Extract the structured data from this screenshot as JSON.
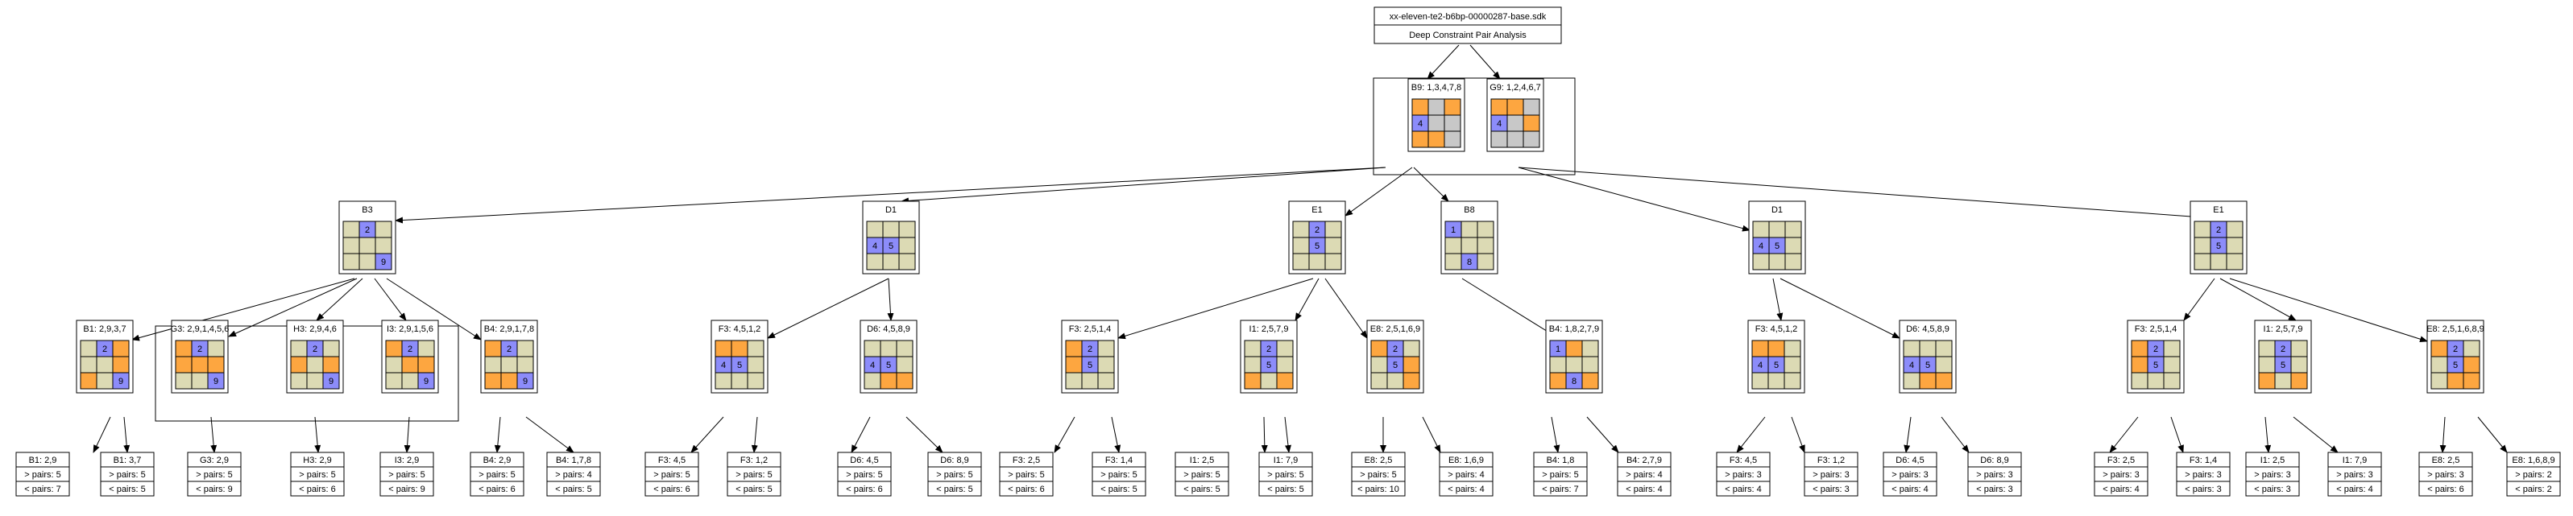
{
  "title": {
    "line1": "xx-eleven-te2-b6bp-00000287-base.sdk",
    "line2": "Deep Constraint Pair Analysis"
  },
  "colors": {
    "orange": "#FDA640",
    "blue": "#8C8CFA",
    "khaki": "#DCDAB4",
    "gray": "#C8C8C8",
    "border": "#000000",
    "background": "#FFFFFF"
  },
  "grid_nodes": [
    {
      "id": "root-b9",
      "label": "B9: 1,3,4,7,8",
      "cells": [
        "o",
        "g",
        "o",
        "b4",
        "g",
        "g",
        "o",
        "o",
        "g"
      ]
    },
    {
      "id": "root-g9",
      "label": "G9: 1,2,4,6,7",
      "cells": [
        "o",
        "o",
        "g",
        "b4",
        "g",
        "o",
        "g",
        "g",
        "g"
      ]
    },
    {
      "id": "l1-b3",
      "label": "B3",
      "cells": [
        "k",
        "b2",
        "k",
        "k",
        "k",
        "k",
        "k",
        "k",
        "b9"
      ]
    },
    {
      "id": "l1-d1a",
      "label": "D1",
      "cells": [
        "k",
        "k",
        "k",
        "b4",
        "b5",
        "k",
        "k",
        "k",
        "k"
      ]
    },
    {
      "id": "l1-e1a",
      "label": "E1",
      "cells": [
        "k",
        "b2",
        "k",
        "k",
        "b5",
        "k",
        "k",
        "k",
        "k"
      ]
    },
    {
      "id": "l1-b8",
      "label": "B8",
      "cells": [
        "b1",
        "k",
        "k",
        "k",
        "k",
        "k",
        "k",
        "b8",
        "k"
      ]
    },
    {
      "id": "l1-d1b",
      "label": "D1",
      "cells": [
        "k",
        "k",
        "k",
        "b4",
        "b5",
        "k",
        "k",
        "k",
        "k"
      ]
    },
    {
      "id": "l1-e1b",
      "label": "E1",
      "cells": [
        "k",
        "b2",
        "k",
        "k",
        "b5",
        "k",
        "k",
        "k",
        "k"
      ]
    },
    {
      "id": "l2-b1",
      "label": "B1: 2,9,3,7",
      "cells": [
        "k",
        "b2",
        "o",
        "k",
        "k",
        "o",
        "o",
        "k",
        "b9"
      ]
    },
    {
      "id": "l2-g3",
      "label": "G3: 2,9,1,4,5,6",
      "cells": [
        "o",
        "b2",
        "k",
        "o",
        "o",
        "o",
        "k",
        "k",
        "b9"
      ]
    },
    {
      "id": "l2-h3",
      "label": "H3: 2,9,4,6",
      "cells": [
        "k",
        "b2",
        "k",
        "o",
        "k",
        "o",
        "k",
        "k",
        "b9"
      ]
    },
    {
      "id": "l2-i3",
      "label": "I3: 2,9,1,5,6",
      "cells": [
        "o",
        "b2",
        "k",
        "k",
        "o",
        "o",
        "k",
        "k",
        "b9"
      ]
    },
    {
      "id": "l2-b4",
      "label": "B4: 2,9,1,7,8",
      "cells": [
        "o",
        "b2",
        "k",
        "k",
        "k",
        "k",
        "o",
        "o",
        "b9"
      ]
    },
    {
      "id": "l2-f3a",
      "label": "F3: 4,5,1,2",
      "cells": [
        "o",
        "o",
        "k",
        "b4",
        "b5",
        "k",
        "k",
        "k",
        "k"
      ]
    },
    {
      "id": "l2-d6a",
      "label": "D6: 4,5,8,9",
      "cells": [
        "k",
        "k",
        "k",
        "b4",
        "b5",
        "k",
        "k",
        "o",
        "o"
      ]
    },
    {
      "id": "l2-f3b",
      "label": "F3: 2,5,1,4",
      "cells": [
        "o",
        "b2",
        "k",
        "o",
        "b5",
        "k",
        "k",
        "k",
        "k"
      ]
    },
    {
      "id": "l2-i1a",
      "label": "I1: 2,5,7,9",
      "cells": [
        "k",
        "b2",
        "k",
        "k",
        "b5",
        "k",
        "o",
        "k",
        "o"
      ]
    },
    {
      "id": "l2-e8a",
      "label": "E8: 2,5,1,6,9",
      "cells": [
        "o",
        "b2",
        "k",
        "k",
        "b5",
        "o",
        "k",
        "k",
        "o"
      ]
    },
    {
      "id": "l2-b4b",
      "label": "B4: 1,8,2,7,9",
      "cells": [
        "b1",
        "o",
        "k",
        "k",
        "k",
        "k",
        "o",
        "b8",
        "o"
      ]
    },
    {
      "id": "l2-f3c",
      "label": "F3: 4,5,1,2",
      "cells": [
        "o",
        "o",
        "k",
        "b4",
        "b5",
        "k",
        "k",
        "k",
        "k"
      ]
    },
    {
      "id": "l2-d6b",
      "label": "D6: 4,5,8,9",
      "cells": [
        "k",
        "k",
        "k",
        "b4",
        "b5",
        "k",
        "k",
        "o",
        "o"
      ]
    },
    {
      "id": "l2-f3d",
      "label": "F3: 2,5,1,4",
      "cells": [
        "o",
        "b2",
        "k",
        "o",
        "b5",
        "k",
        "k",
        "k",
        "k"
      ]
    },
    {
      "id": "l2-i1b",
      "label": "I1: 2,5,7,9",
      "cells": [
        "k",
        "b2",
        "k",
        "k",
        "b5",
        "k",
        "o",
        "k",
        "o"
      ]
    },
    {
      "id": "l2-e8b",
      "label": "E8: 2,5,1,6,8,9",
      "cells": [
        "o",
        "b2",
        "k",
        "k",
        "b5",
        "o",
        "k",
        "o",
        "o"
      ]
    }
  ],
  "leaf_nodes": [
    {
      "title": "B1: 2,9",
      "pairs_gt": "> pairs: 5",
      "pairs_lt": "< pairs: 7"
    },
    {
      "title": "B1: 3,7",
      "pairs_gt": "> pairs: 5",
      "pairs_lt": "< pairs: 5"
    },
    {
      "title": "G3: 2,9",
      "pairs_gt": "> pairs: 5",
      "pairs_lt": "< pairs: 9"
    },
    {
      "title": "H3: 2,9",
      "pairs_gt": "> pairs: 5",
      "pairs_lt": "< pairs: 6"
    },
    {
      "title": "I3: 2,9",
      "pairs_gt": "> pairs: 5",
      "pairs_lt": "< pairs: 9"
    },
    {
      "title": "B4: 2,9",
      "pairs_gt": "> pairs: 5",
      "pairs_lt": "< pairs: 6"
    },
    {
      "title": "B4: 1,7,8",
      "pairs_gt": "> pairs: 4",
      "pairs_lt": "< pairs: 5"
    },
    {
      "title": "F3: 4,5",
      "pairs_gt": "> pairs: 5",
      "pairs_lt": "< pairs: 6"
    },
    {
      "title": "F3: 1,2",
      "pairs_gt": "> pairs: 5",
      "pairs_lt": "< pairs: 5"
    },
    {
      "title": "D6: 4,5",
      "pairs_gt": "> pairs: 5",
      "pairs_lt": "< pairs: 6"
    },
    {
      "title": "D6: 8,9",
      "pairs_gt": "> pairs: 5",
      "pairs_lt": "< pairs: 5"
    },
    {
      "title": "F3: 2,5",
      "pairs_gt": "> pairs: 5",
      "pairs_lt": "< pairs: 6"
    },
    {
      "title": "F3: 1,4",
      "pairs_gt": "> pairs: 5",
      "pairs_lt": "< pairs: 5"
    },
    {
      "title": "I1: 2,5",
      "pairs_gt": "> pairs: 5",
      "pairs_lt": "< pairs: 5"
    },
    {
      "title": "I1: 7,9",
      "pairs_gt": "> pairs: 5",
      "pairs_lt": "< pairs: 5"
    },
    {
      "title": "E8: 2,5",
      "pairs_gt": "> pairs: 5",
      "pairs_lt": "< pairs: 10"
    },
    {
      "title": "E8: 1,6,9",
      "pairs_gt": "> pairs: 4",
      "pairs_lt": "< pairs: 4"
    },
    {
      "title": "B4: 1,8",
      "pairs_gt": "> pairs: 5",
      "pairs_lt": "< pairs: 7"
    },
    {
      "title": "B4: 2,7,9",
      "pairs_gt": "> pairs: 4",
      "pairs_lt": "< pairs: 4"
    },
    {
      "title": "F3: 4,5",
      "pairs_gt": "> pairs: 3",
      "pairs_lt": "< pairs: 4"
    },
    {
      "title": "F3: 1,2",
      "pairs_gt": "> pairs: 3",
      "pairs_lt": "< pairs: 3"
    },
    {
      "title": "D6: 4,5",
      "pairs_gt": "> pairs: 3",
      "pairs_lt": "< pairs: 4"
    },
    {
      "title": "D6: 8,9",
      "pairs_gt": "> pairs: 3",
      "pairs_lt": "< pairs: 3"
    },
    {
      "title": "F3: 2,5",
      "pairs_gt": "> pairs: 3",
      "pairs_lt": "< pairs: 4"
    },
    {
      "title": "F3: 1,4",
      "pairs_gt": "> pairs: 3",
      "pairs_lt": "< pairs: 3"
    },
    {
      "title": "I1: 2,5",
      "pairs_gt": "> pairs: 3",
      "pairs_lt": "< pairs: 3"
    },
    {
      "title": "I1: 7,9",
      "pairs_gt": "> pairs: 3",
      "pairs_lt": "< pairs: 4"
    },
    {
      "title": "E8: 2,5",
      "pairs_gt": "> pairs: 3",
      "pairs_lt": "< pairs: 6"
    },
    {
      "title": "E8: 1,6,8,9",
      "pairs_gt": "> pairs: 2",
      "pairs_lt": "< pairs: 2"
    }
  ]
}
